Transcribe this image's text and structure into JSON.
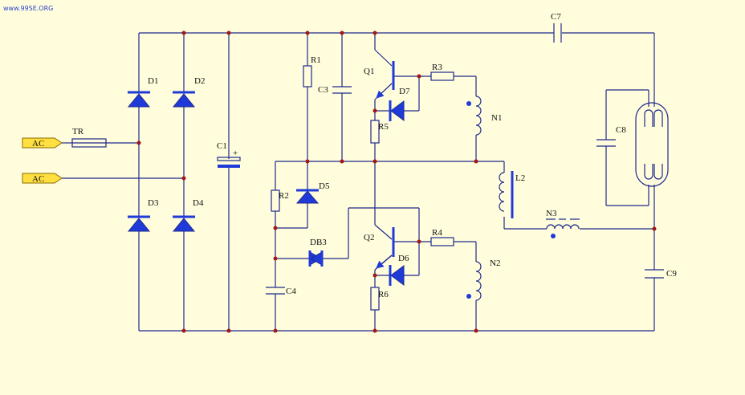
{
  "watermark": "www.99SE.ORG",
  "inputs": {
    "ac1": "AC",
    "ac2": "AC"
  },
  "labels": {
    "TR": "TR",
    "D1": "D1",
    "D2": "D2",
    "D3": "D3",
    "D4": "D4",
    "C1": "C1",
    "C1_pol": "+",
    "R1": "R1",
    "R2": "R2",
    "C3": "C3",
    "C4": "C4",
    "D5": "D5",
    "DB3": "DB3",
    "Q1": "Q1",
    "Q2": "Q2",
    "D6": "D6",
    "D7": "D7",
    "R3": "R3",
    "R4": "R4",
    "R5": "R5",
    "R6": "R6",
    "N1": "N1",
    "N2": "N2",
    "N3": "N3",
    "L2": "L2",
    "C7": "C7",
    "C8": "C8",
    "C9": "C9"
  },
  "colors": {
    "background": "#fffddc",
    "wire": "#1f2a8c",
    "component": "#1f3ad8",
    "junction": "#a01818",
    "input_tag": "#ffe040"
  }
}
